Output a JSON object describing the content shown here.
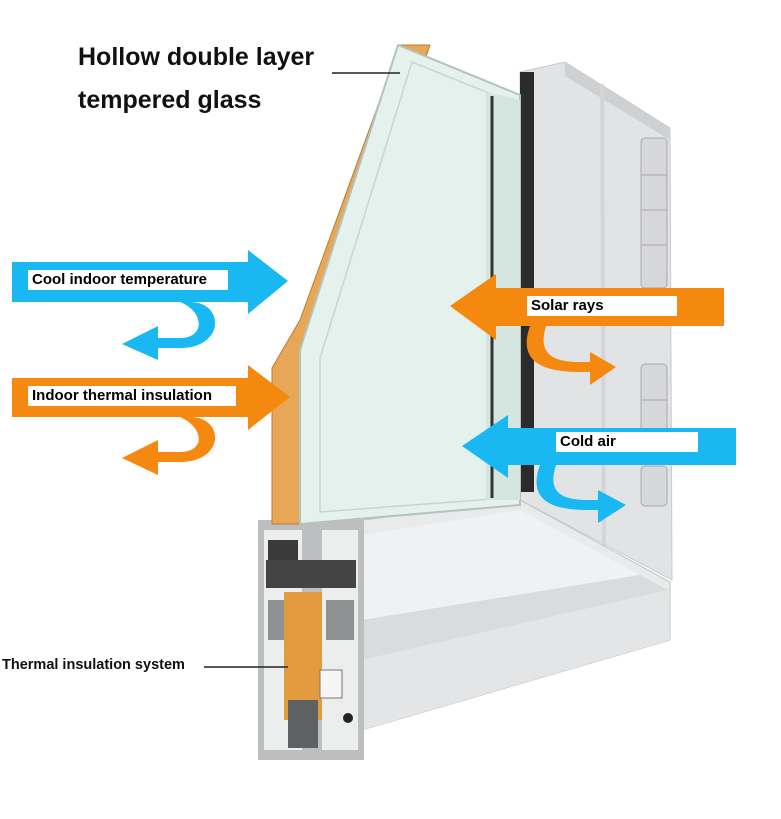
{
  "title": {
    "line1": "Hollow double layer",
    "line2": "tempered glass"
  },
  "labels": {
    "cool_indoor": "Cool indoor temperature",
    "indoor_insulation": "Indoor thermal insulation",
    "solar_rays": "Solar rays",
    "cold_air": "Cold air",
    "thermal_system": "Thermal insulation system"
  },
  "colors": {
    "blue_arrow": "#19b8f2",
    "orange_arrow": "#f5880f",
    "amber_glass": "#e8a757",
    "glass_tint": "#e4f1ec",
    "frame_gray": "#e5e6e7"
  }
}
